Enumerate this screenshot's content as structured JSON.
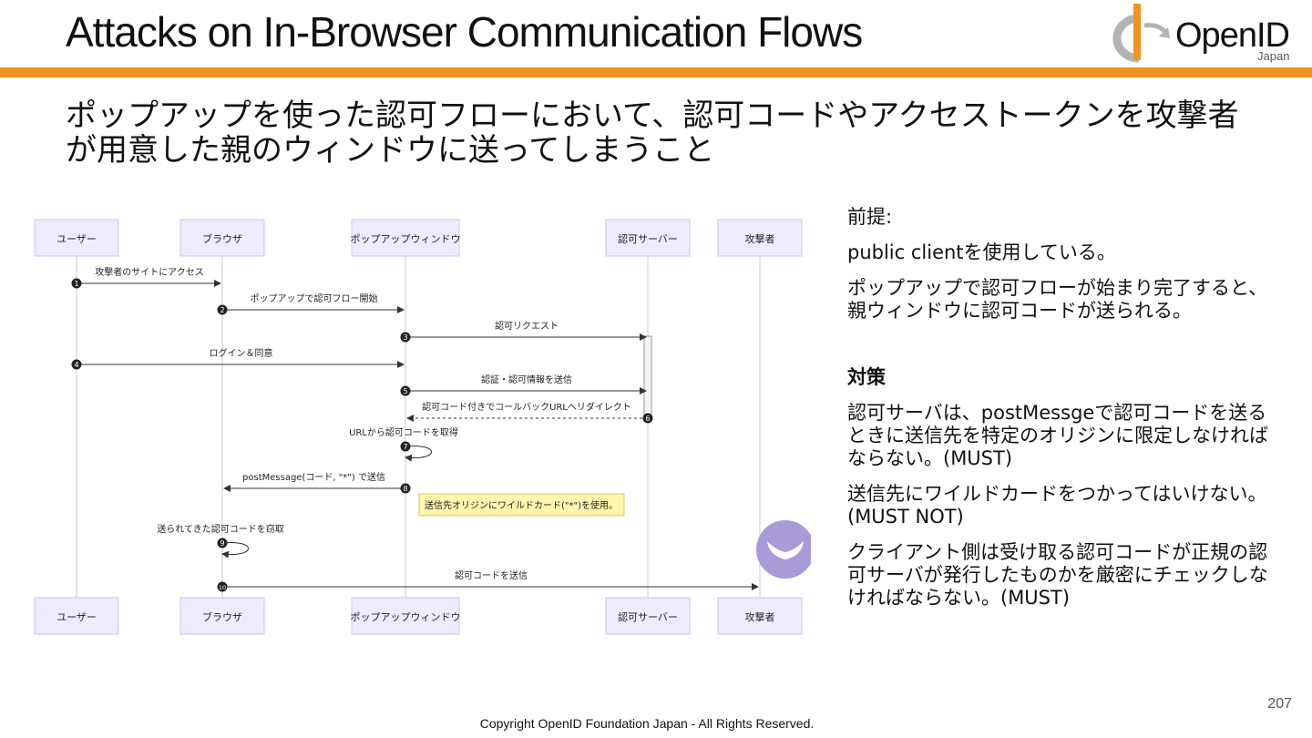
{
  "header": {
    "title": "Attacks on In-Browser Communication Flows",
    "logo_text": "OpenID",
    "logo_sub": "Japan"
  },
  "subtitle": "ポップアップを使った認可フローにおいて、認可コードやアクセストークンを攻撃者が用意した親のウィンドウに送ってしまうこと",
  "diagram": {
    "participants": [
      "ユーザー",
      "ブラウザ",
      "ポップアップウィンドウ",
      "認可サーバー",
      "攻撃者"
    ],
    "messages": [
      {
        "n": "1",
        "label": "攻撃者のサイトにアクセス"
      },
      {
        "n": "2",
        "label": "ポップアップで認可フロー開始"
      },
      {
        "n": "3",
        "label": "認可リクエスト"
      },
      {
        "n": "4",
        "label": "ログイン＆同意"
      },
      {
        "n": "5",
        "label": "認証・認可情報を送信"
      },
      {
        "n": "6",
        "label": "認可コード付きでコールバックURLへリダイレクト"
      },
      {
        "n": "7",
        "label": "URLから認可コードを取得"
      },
      {
        "n": "8",
        "label": "postMessage(コード, \"*\") で送信"
      },
      {
        "n": "9",
        "label": "送られてきた認可コードを窃取"
      },
      {
        "n": "10",
        "label": "認可コードを送信"
      }
    ],
    "note": "送信先オリジンにワイルドカード(\"*\")を使用。",
    "colors": {
      "box_fill": "#ececfe",
      "box_stroke": "#c9c9f2",
      "note_fill": "#fff5ad",
      "note_stroke": "#d9c466",
      "attacker_icon": "#a99bd8"
    }
  },
  "side": {
    "premise_heading": "前提:",
    "premise_1": "public clientを使用している。",
    "premise_2": "ポップアップで認可フローが始まり完了すると、親ウィンドウに認可コードが送られる。",
    "measures_heading": "対策",
    "measure_1": "認可サーバは、postMessgeで認可コードを送るときに送信先を特定のオリジンに限定しなければならない。(MUST)",
    "measure_2": "送信先にワイルドカードをつかってはいけない。(MUST NOT)",
    "measure_3": "クライアント側は受け取る認可コードが正規の認可サーバが発行したものかを厳密にチェックしなければならない。(MUST)"
  },
  "footer": {
    "page_number": "207",
    "copyright": "Copyright OpenID Foundation Japan - All Rights Reserved."
  },
  "colors": {
    "accent": "#f0931f"
  }
}
